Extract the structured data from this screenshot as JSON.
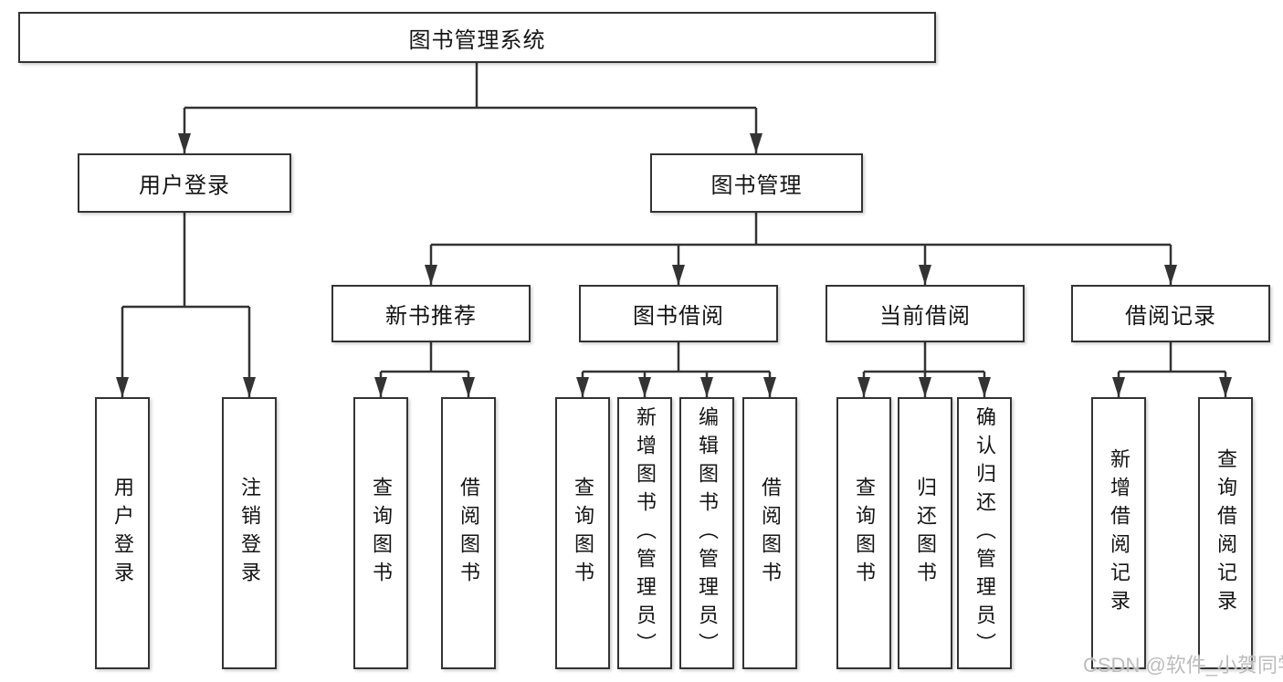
{
  "diagram": {
    "type": "hierarchy-tree",
    "colors": {
      "line": "#333333",
      "box_border": "#333333",
      "box_fill": "#ffffff",
      "background": "#ffffff",
      "watermark": "#bcbcbc"
    },
    "tree": {
      "label": "图书管理系统",
      "children": [
        {
          "label": "用户登录",
          "children": [
            {
              "label": "用户登录"
            },
            {
              "label": "注销登录"
            }
          ]
        },
        {
          "label": "图书管理",
          "children": [
            {
              "label": "新书推荐",
              "children": [
                {
                  "label": "查询图书"
                },
                {
                  "label": "借阅图书"
                }
              ]
            },
            {
              "label": "图书借阅",
              "children": [
                {
                  "label": "查询图书"
                },
                {
                  "label": "新增图书（管理员）"
                },
                {
                  "label": "编辑图书（管理员）"
                },
                {
                  "label": "借阅图书"
                }
              ]
            },
            {
              "label": "当前借阅",
              "children": [
                {
                  "label": "查询图书"
                },
                {
                  "label": "归还图书"
                },
                {
                  "label": "确认归还（管理员）"
                }
              ]
            },
            {
              "label": "借阅记录",
              "children": [
                {
                  "label": "新增借阅记录"
                },
                {
                  "label": "查询借阅记录"
                }
              ]
            }
          ]
        }
      ]
    },
    "watermark": {
      "text": "CSDN @软件_小贺同学"
    }
  }
}
